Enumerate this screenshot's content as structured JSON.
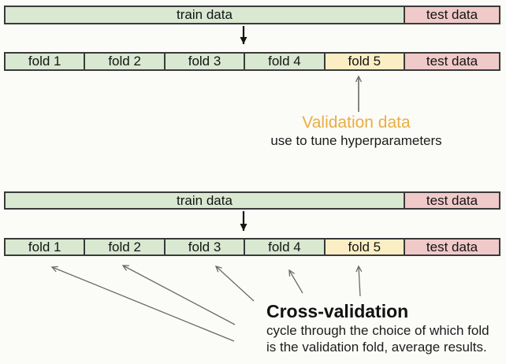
{
  "colors": {
    "train_fill": "#d9e8d1",
    "test_fill": "#f0c9c9",
    "validation_fill": "#fbeec4",
    "bar_border": "#3a3a3a",
    "dark_arrow": "#161616",
    "thin_arrow": "#6a6a6a",
    "validation_label_color": "#e9ae42",
    "text_color": "#141414",
    "background": "#fbfbf8"
  },
  "holdout_section": {
    "train_bar": {
      "train": "train data",
      "test": "test data"
    },
    "folds_bar": {
      "folds": [
        "fold 1",
        "fold 2",
        "fold 3",
        "fold 4",
        "fold 5"
      ],
      "test": "test data"
    },
    "validation": {
      "title": "Validation data",
      "subtitle": "use to tune hyperparameters"
    }
  },
  "cv_section": {
    "train_bar": {
      "train": "train data",
      "test": "test data"
    },
    "folds_bar": {
      "folds": [
        "fold 1",
        "fold 2",
        "fold 3",
        "fold 4",
        "fold 5"
      ],
      "test": "test data"
    },
    "callout": {
      "title": "Cross-validation",
      "line1": "cycle through the choice of which fold",
      "line2": "is the validation fold, average results."
    }
  }
}
